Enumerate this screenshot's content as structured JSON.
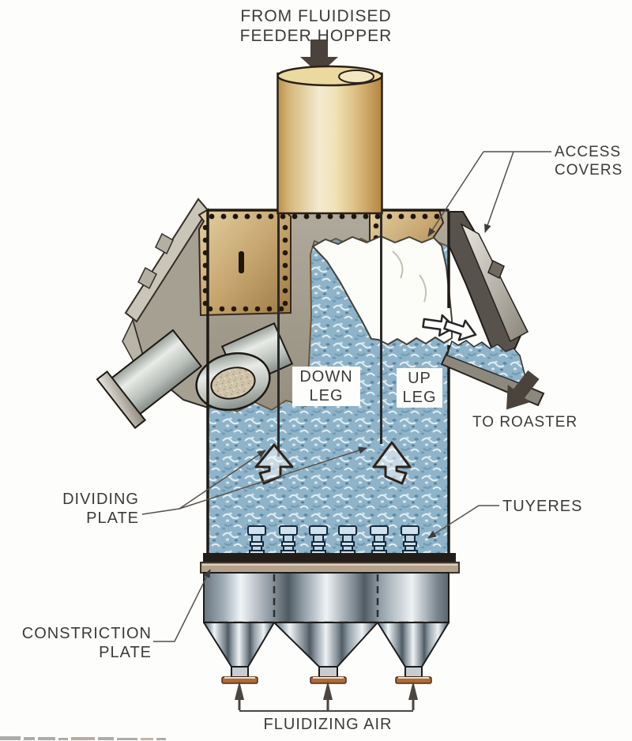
{
  "title": {
    "line1": "FROM FLUIDISED",
    "line2": "FEEDER HOPPER"
  },
  "labels": {
    "access_covers": {
      "line1": "ACCESS",
      "line2": "COVERS"
    },
    "down_leg": {
      "line1": "DOWN",
      "line2": "LEG"
    },
    "up_leg": {
      "line1": "UP",
      "line2": "LEG"
    },
    "to_roaster": {
      "text": "TO ROASTER"
    },
    "dividing_plate": {
      "line1": "DIVIDING",
      "line2": "PLATE"
    },
    "tuyeres": {
      "text": "TUYERES"
    },
    "constriction_plate": {
      "line1": "CONSTRICTION",
      "line2": "PLATE"
    },
    "fluidizing_air": {
      "text": "FLUIDIZING AIR"
    }
  },
  "components": {
    "tuyere_count": 6,
    "hopper_count": 3,
    "fluidizing_air_inlet_count": 3,
    "access_cover_count": 2,
    "dividing_plate_count": 2
  },
  "colors": {
    "bed_material": "#8fb3c8",
    "feed_pipe": "#e9d9a8",
    "access_cover": "#c7a670",
    "vessel_body": "#a19b8d",
    "hopper_metal": "#aab4bc",
    "outlet_flange": "#b06a38",
    "flow_arrow": "#4a423b",
    "label_text": "#3b3b3b",
    "background": "#fdfdfc"
  }
}
